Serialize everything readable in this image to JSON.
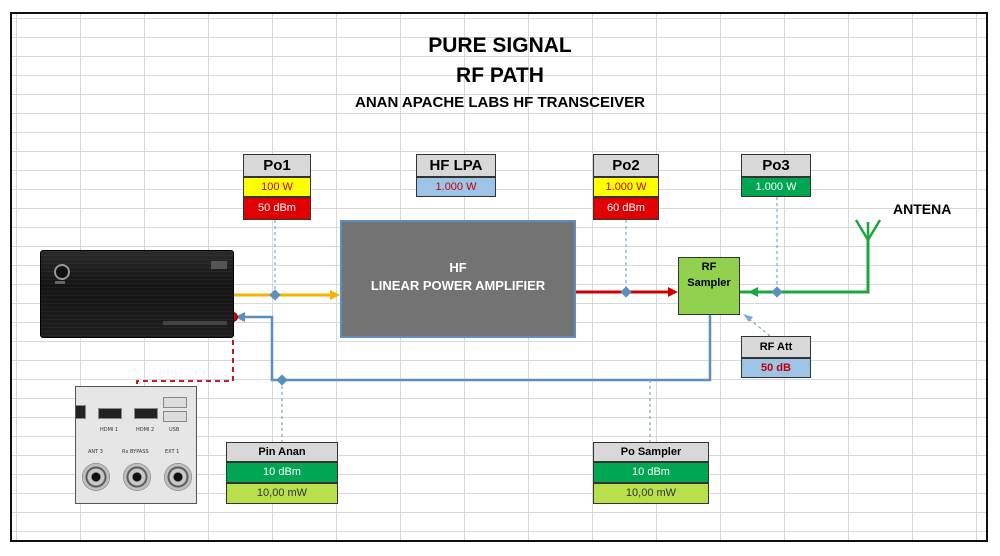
{
  "titles": {
    "main": "PURE SIGNAL",
    "sub": "RF PATH",
    "device": "ANAN APACHE LABS HF TRANSCEIVER"
  },
  "blocks": {
    "po1": {
      "header": "Po1",
      "values": [
        "100 W",
        "50 dBm"
      ]
    },
    "hf_lpa": {
      "header": "HF LPA",
      "values": [
        "1.000 W"
      ]
    },
    "po2": {
      "header": "Po2",
      "values": [
        "1.000 W",
        "60 dBm"
      ]
    },
    "po3": {
      "header": "Po3",
      "values": [
        "1.000 W"
      ]
    },
    "rf_att": {
      "header": "RF Att",
      "values": [
        "50 dB"
      ]
    },
    "pin_anan": {
      "header": "Pin Anan",
      "values": [
        "10 dBm",
        "10,00  mW"
      ]
    },
    "po_sampler": {
      "header": "Po Sampler",
      "values": [
        "10 dBm",
        "10,00  mW"
      ]
    }
  },
  "amplifier": {
    "line1": "HF",
    "line2": "LINEAR POWER AMPLIFIER"
  },
  "sampler": {
    "line1": "RF",
    "line2": "Sampler"
  },
  "antenna": {
    "label": "ANTENA"
  },
  "rear_panel": {
    "top_labels": [
      "HDMI 1",
      "HDMI 2",
      "USB"
    ],
    "bottom_labels": [
      "ANT 3",
      "Rx BYPASS",
      "EXT 1"
    ]
  },
  "colors": {
    "tx_line": "#f4b400",
    "amp_out_line": "#d00000",
    "antenna_line": "#1aa83a",
    "feedback_line": "#5b8fbf",
    "dashed_red": "#c00000",
    "dashed_blue": "#7fa7cf"
  }
}
